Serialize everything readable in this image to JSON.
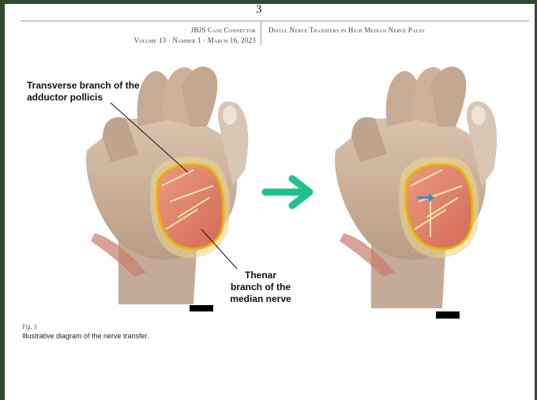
{
  "page": {
    "number": "3"
  },
  "header": {
    "journal": "JBJS Case Connector",
    "volume": "Volume 13 · Number 1 · March 16, 2023",
    "article_title": "Distal Nerve Transfers in High Median Nerve Palsy"
  },
  "figure": {
    "callouts": {
      "top": "Transverse branch of the adductor pollicis",
      "bottom": "Thenar branch of the median nerve"
    },
    "label": "Fig. 3",
    "caption": "Illustrative diagram of the nerve transfer.",
    "colors": {
      "arrow": "#21c08f",
      "skin": "#cdb19a",
      "muscle": "#e2826b",
      "zone_outline": "#e8b400",
      "nerve": "#f3e6a8",
      "transfer_marker": "#2f8fd0"
    }
  }
}
